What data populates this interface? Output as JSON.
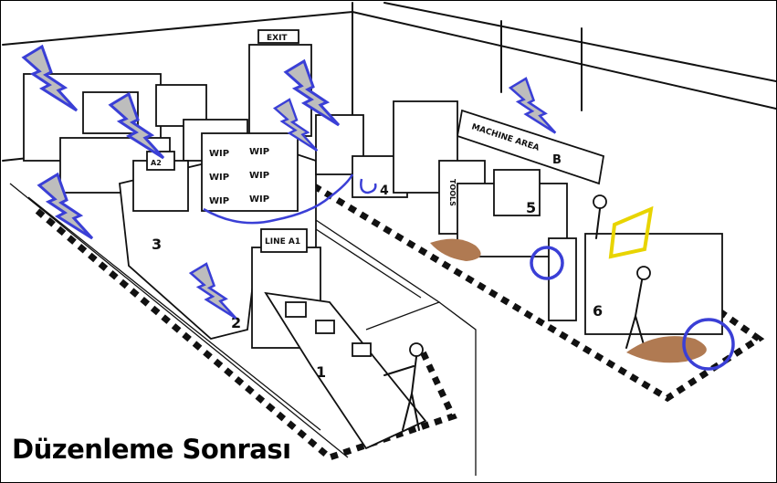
{
  "caption": "Düzenleme Sonrası",
  "drawing_labels": {
    "exit": "EXIT",
    "wip": "WIP",
    "line_a1": "LINE A1",
    "line_a2": "A2",
    "machine_area": "MACHINE AREA",
    "area_letter": "B",
    "tools": "TOOLS",
    "stations": [
      "1",
      "2",
      "3",
      "4",
      "5",
      "6"
    ]
  },
  "colors": {
    "annotation": "#3a3fd6",
    "bolt_fill": "#bdbdbd",
    "spill": "#b07a52",
    "frame_highlight": "#e8d400"
  }
}
